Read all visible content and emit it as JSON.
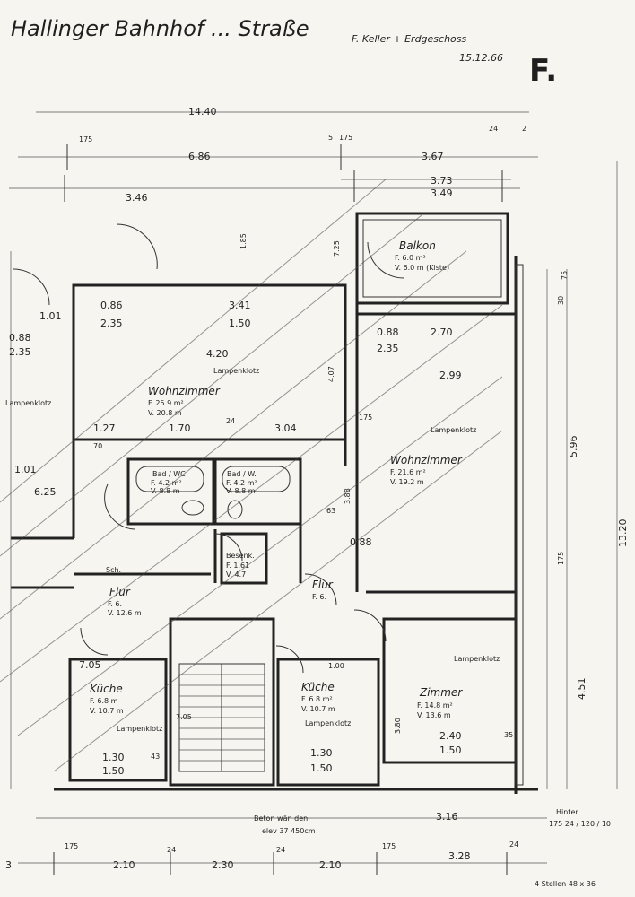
{
  "header": {
    "title_scrawl": "Hallinger Bahnhof ... Straße",
    "subtitle": "F. Keller + Erdgeschoss",
    "date": "15.12.66",
    "sheet_letter": "F."
  },
  "dimensions_top": {
    "overall": "14.40",
    "left_span": "6.86",
    "right_span": "3.67",
    "left_inner": "3.46",
    "right_inner_a": "3.73",
    "right_inner_b": "3.49",
    "mark_175_a": "175",
    "mark_5": "5",
    "mark_175_b": "175",
    "mark_24": "24",
    "mark_2": "2"
  },
  "rooms": {
    "balkon": {
      "name": "Balkon",
      "area": "F. 6.0 m²",
      "volume": "V. 6.0 m (Kiste)"
    },
    "wohnzimmer_left": {
      "name": "Wohnzimmer",
      "area": "F. 25.9 m²",
      "volume": "V. 20.8 m"
    },
    "wohnzimmer_right": {
      "name": "Wohnzimmer",
      "area": "F. 21.6 m²",
      "volume": "V. 19.2 m"
    },
    "bad_left": {
      "name": "Bad / WC",
      "area": "F. 4.2 m²",
      "volume": "V. 8.8 m"
    },
    "bad_right": {
      "name": "Bad / W.",
      "area": "F. 4.2 m²",
      "volume": "V. 8.8 m"
    },
    "besenk": {
      "name": "Besenk.",
      "area": "F. 1.61",
      "volume": "V. 4.7"
    },
    "flur_left": {
      "name": "Flur",
      "area": "F. 6.",
      "volume": "V. 12.6 m"
    },
    "flur_right": {
      "name": "Flur",
      "area": "F. 6.",
      "volume": ""
    },
    "kueche_left": {
      "name": "Küche",
      "area": "F. 6.8 m",
      "volume": "V. 10.7 m"
    },
    "kueche_right": {
      "name": "Küche",
      "area": "F. 6.8 m²",
      "volume": "V. 10.7 m"
    },
    "zimmer": {
      "name": "Zimmer",
      "area": "F. 14.8 m²",
      "volume": "V. 13.6 m"
    },
    "schrank": {
      "name": "Sch."
    }
  },
  "notes": {
    "lampenklotz_1": "Lampenklotz",
    "lampenklotz_2": "Lampenklotz",
    "lampenklotz_3": "Lampenklotz",
    "lampenklotz_4": "Lampenklotz",
    "lampenklotz_5": "Lampenklotz",
    "lampenklotz_left": "Lampenklotz",
    "bottom_note_1": "Beton wän den",
    "bottom_note_2": "elev 37 450cm",
    "hinweis": "Hinter",
    "hinweis_2": "175 24 / 120 / 10",
    "signature": "4 Stellen  48 x 36"
  },
  "dimensions_inner": {
    "d_086_a": "0.86",
    "d_341": "3.41",
    "d_235_a": "2.35",
    "d_150_a": "1.50",
    "d_101": "1.01",
    "d_088_a": "0.88",
    "d_235_b": "2.35",
    "d_420": "4.20",
    "d_088_b": "0.88",
    "d_270": "2.70",
    "d_235_c": "2.35",
    "d_299": "2.99",
    "d_127": "1.27",
    "d_170": "1.70",
    "d_304": "3.04",
    "d_24_a": "24",
    "d_70": "70",
    "d_175_a": "175",
    "d_101_b": "1.01",
    "d_625": "6.25",
    "d_0885": "0.88",
    "d_63": "63",
    "d_705_a": "7.05",
    "d_705_b": "7.05",
    "d_130_a": "1.30",
    "d_150_b": "1.50",
    "d_130_b": "1.30",
    "d_150_c": "1.50",
    "d_240": "2.40",
    "d_150_d": "1.50",
    "d_35": "35",
    "d_451": "4.51",
    "d_596": "5.96",
    "d_175_b": "175",
    "d_1320": "13.20",
    "d_75": "75",
    "d_30": "30",
    "d_725": "7.25",
    "d_185": "1.85",
    "d_407": "4.07",
    "d_388": "3.88",
    "d_380": "3.80",
    "d_316": "3.16",
    "d_100": "1.00",
    "d_43": "43"
  },
  "dimensions_bottom": {
    "d_210_a": "2.10",
    "d_230": "2.30",
    "d_210_b": "2.10",
    "d_328": "3.28",
    "m_175": "175",
    "m_24_a": "24",
    "m_24_b": "24",
    "m_175_b": "175",
    "m_24_c": "24",
    "m_3": "3"
  }
}
